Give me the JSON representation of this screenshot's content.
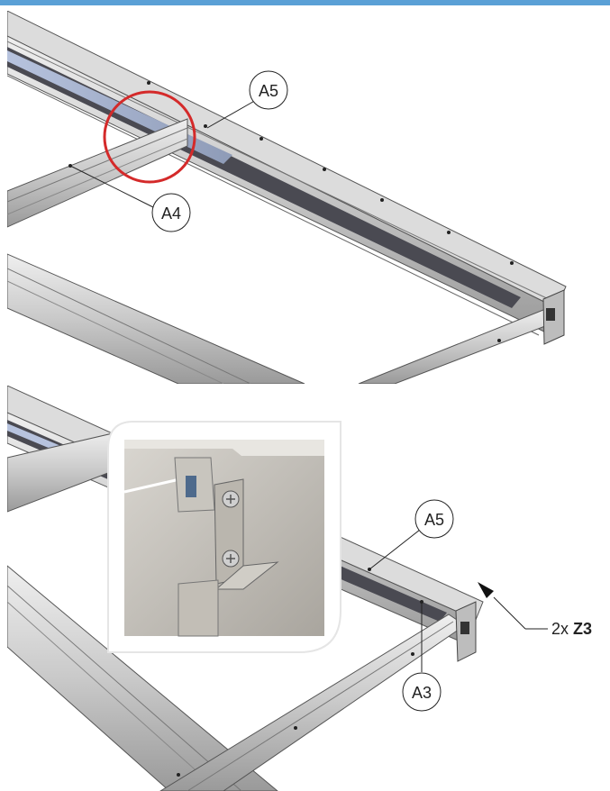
{
  "header": {
    "accent_color": "#5aa0d6"
  },
  "top_view": {
    "callouts": [
      {
        "id": "a5",
        "label": "A5"
      },
      {
        "id": "a4",
        "label": "A4"
      }
    ],
    "highlight_color": "#d42a2a"
  },
  "bottom_view": {
    "callouts": [
      {
        "id": "a5",
        "label": "A5"
      },
      {
        "id": "a3",
        "label": "A3"
      }
    ],
    "fastener_note": {
      "qty": "2x",
      "part": "Z3"
    },
    "detail_inset": "screw-joint-detail"
  }
}
